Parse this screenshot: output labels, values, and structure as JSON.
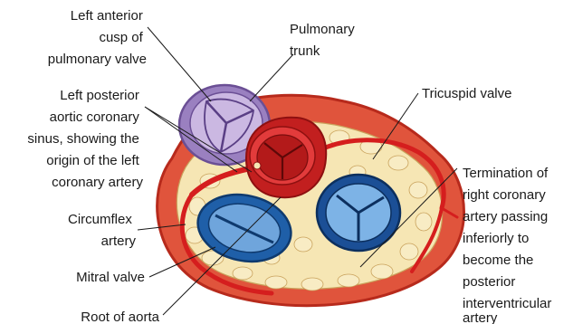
{
  "labels": {
    "left_anterior_cusp": [
      "Left anterior",
      "cusp of",
      "pulmonary valve"
    ],
    "pulmonary_trunk": [
      "Pulmonary",
      "trunk"
    ],
    "left_posterior_sinus": [
      "Left posterior",
      "aortic coronary",
      "sinus, showing the",
      "origin of the left",
      "coronary artery"
    ],
    "tricuspid_valve": [
      "Tricuspid valve"
    ],
    "termination_rca": [
      "Termination of",
      "right coronary",
      "artery passing",
      "inferiorly to",
      "become the",
      "posterior",
      "interventricular",
      "artery"
    ],
    "circumflex_artery": [
      "Circumflex",
      "artery"
    ],
    "mitral_valve": [
      "Mitral valve"
    ],
    "root_of_aorta": [
      "Root of aorta"
    ]
  },
  "colors": {
    "heart_outer": "#e0543c",
    "heart_outline": "#b72a1c",
    "fat": "#f6e6b4",
    "fat_outline": "#c9a25c",
    "coronary": "#d51e1e",
    "aorta": "#c21f1f",
    "aorta_light": "#e23b3b",
    "pulmonary": "#9a80c0",
    "pulmonary_light": "#cbb8e2",
    "mitral": "#1f5fa8",
    "mitral_light": "#6fa5dc",
    "tricuspid": "#1b4f96",
    "tricuspid_light": "#7db3e6",
    "label": "#1a1a1a"
  }
}
